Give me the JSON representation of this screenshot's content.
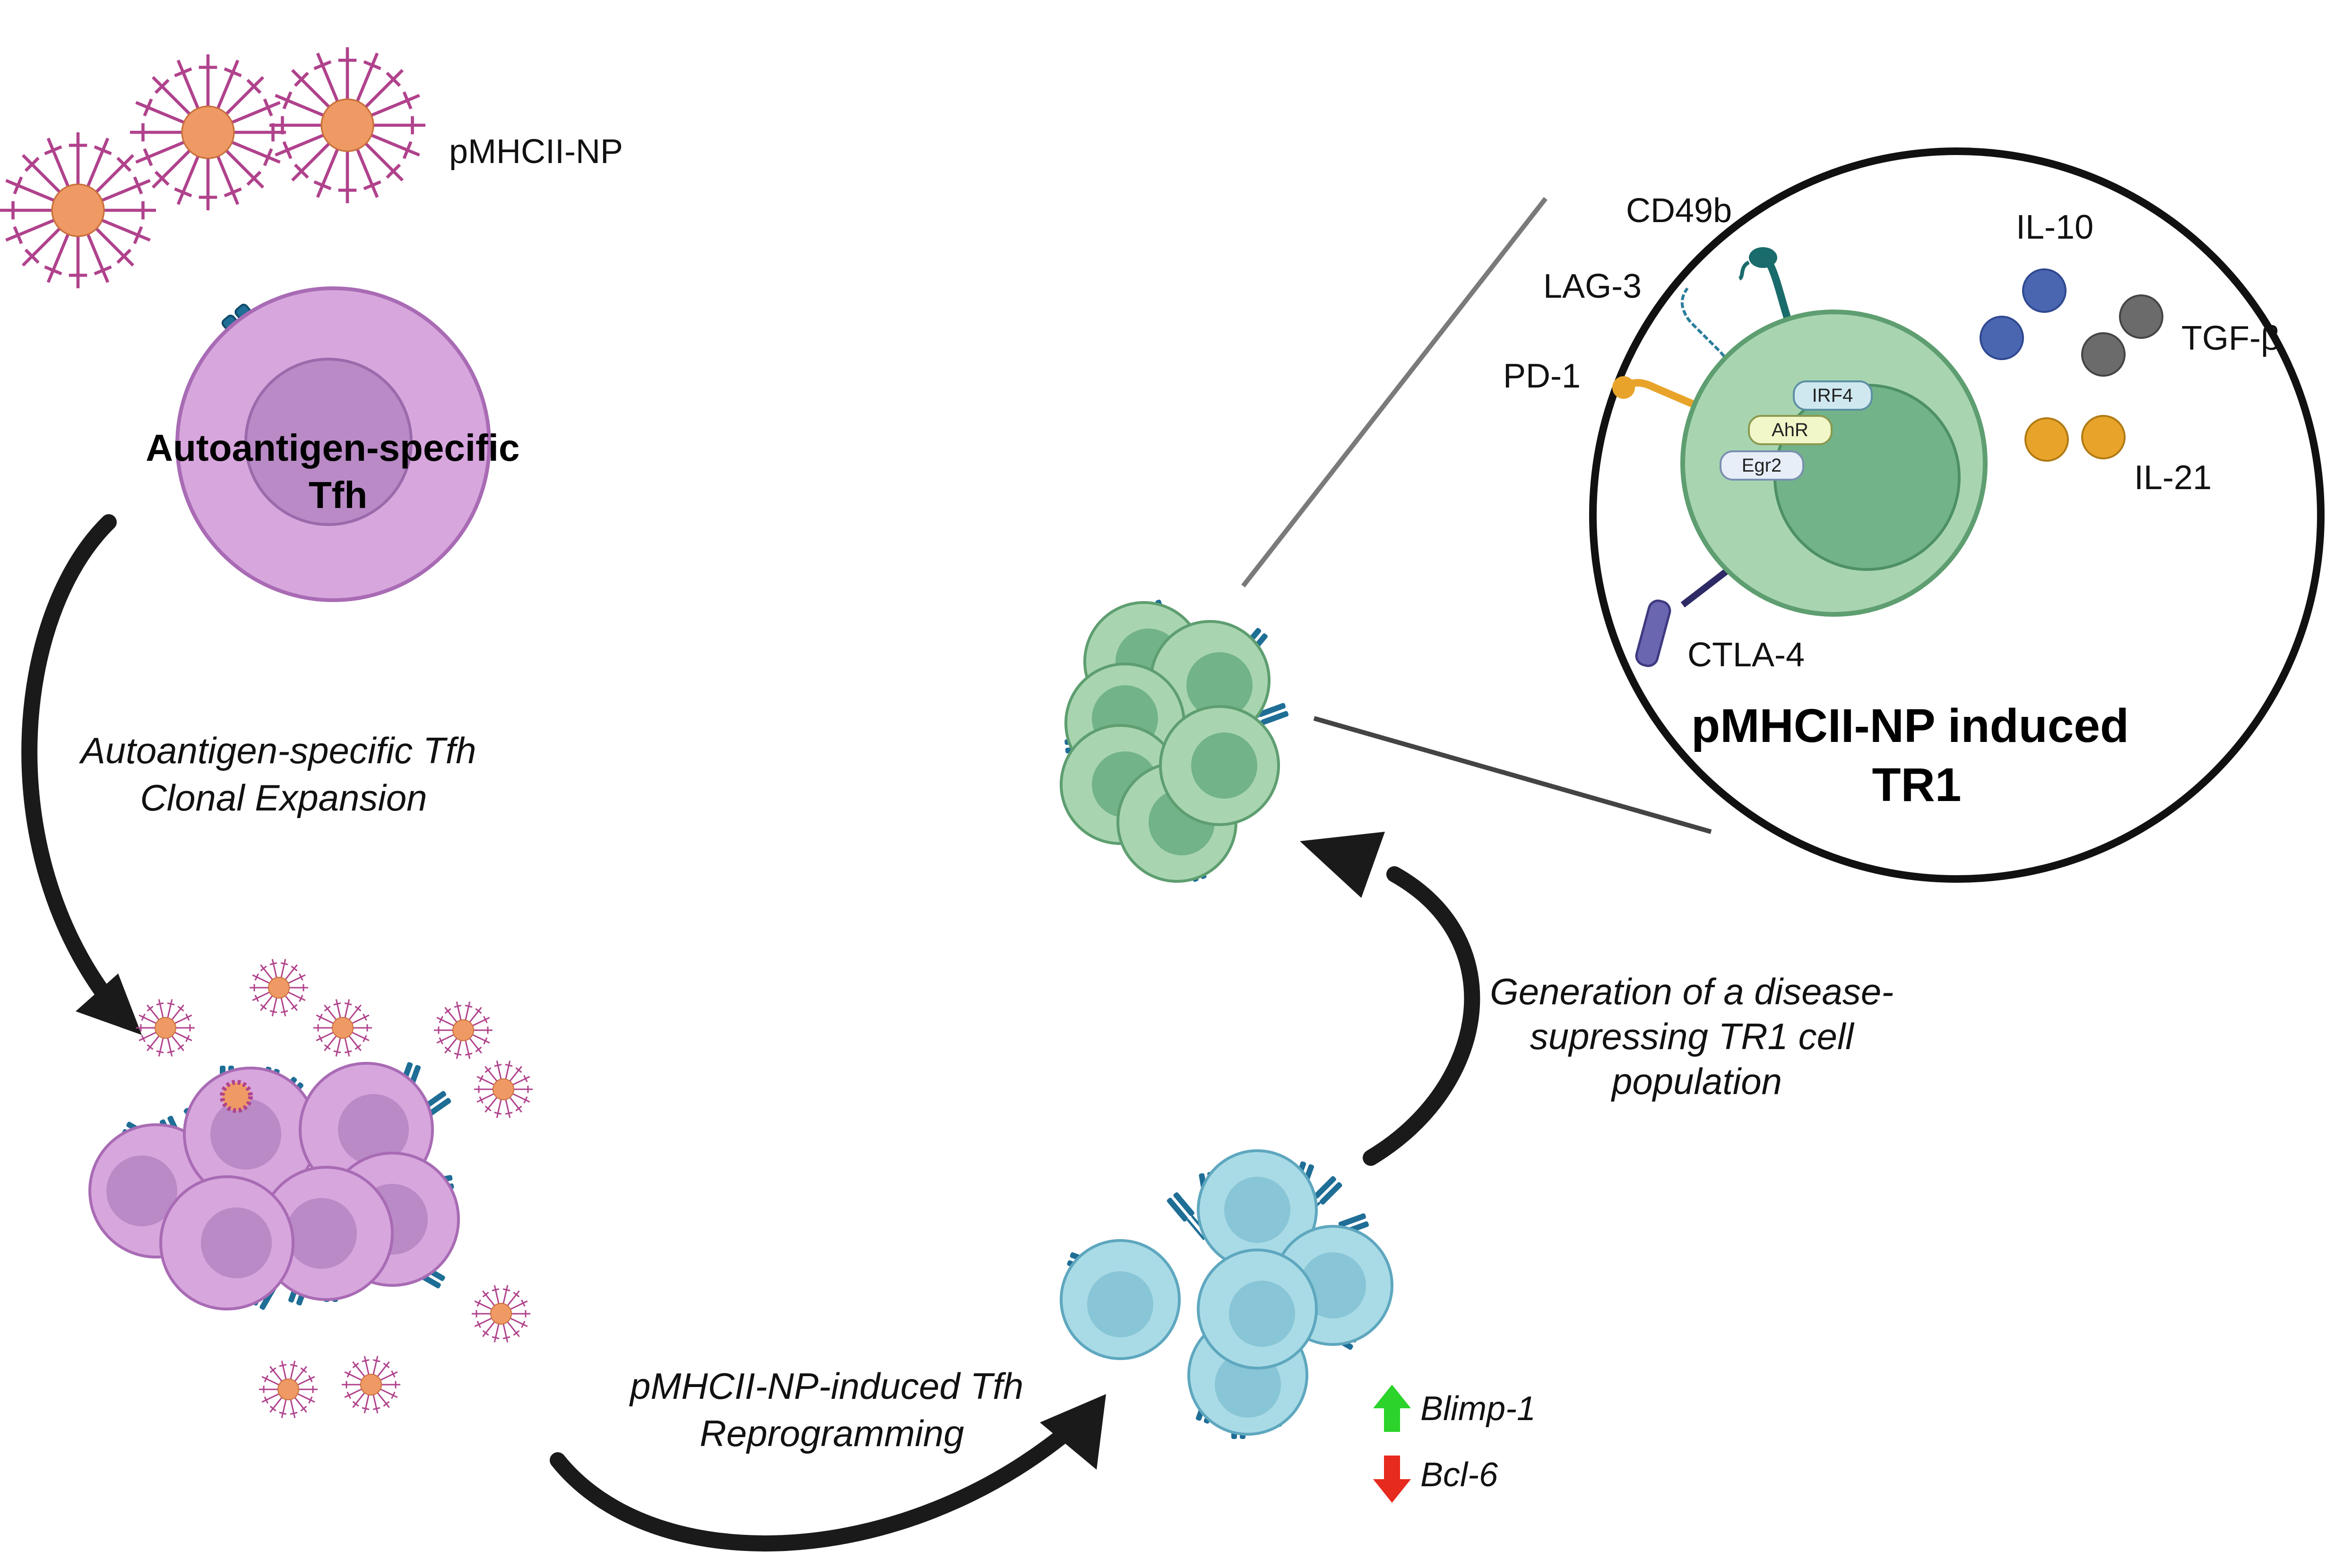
{
  "labels": {
    "nanoparticle": "pMHCII-NP",
    "tfh_title_line1": "Autoantigen-specific",
    "tfh_title_line2": "Tfh",
    "tr1_title_line1": "pMHCII-NP induced",
    "tr1_title_line2": "TR1"
  },
  "steps": {
    "expansion_line1": "Autoantigen-specific Tfh",
    "expansion_line2": "Clonal Expansion",
    "reprogramming_line1": "pMHCII-NP-induced Tfh",
    "reprogramming_line2": "Reprogramming",
    "generation_line1": "Generation of a disease-",
    "generation_line2": "supressing TR1 cell",
    "generation_line3": "population"
  },
  "markers": {
    "cd49b": "CD49b",
    "lag3": "LAG-3",
    "pd1": "PD-1",
    "ctla4": "CTLA-4",
    "irf4": "IRF4",
    "ahr": "AhR",
    "egr2": "Egr2"
  },
  "cytokines": {
    "il10": "IL-10",
    "tgfb": "TGF-β",
    "il21": "IL-21"
  },
  "genes": {
    "up": "Blimp-1",
    "down": "Bcl-6"
  },
  "colors": {
    "tfh_cell": "#d7a6dd",
    "tfh_nucleus": "#b98ac6",
    "reprogrammed_cell": "#a9dbe6",
    "reprogrammed_nucleus": "#88c5d6",
    "tr1_cell": "#a8d5b0",
    "tr1_nucleus": "#72b389",
    "tcr": "#1f6e96",
    "nanoparticle_core": "#ef9a65",
    "pmhc_spike": "#b0428c",
    "arrow_up": "#2bd32b",
    "arrow_down": "#e62a1e"
  }
}
